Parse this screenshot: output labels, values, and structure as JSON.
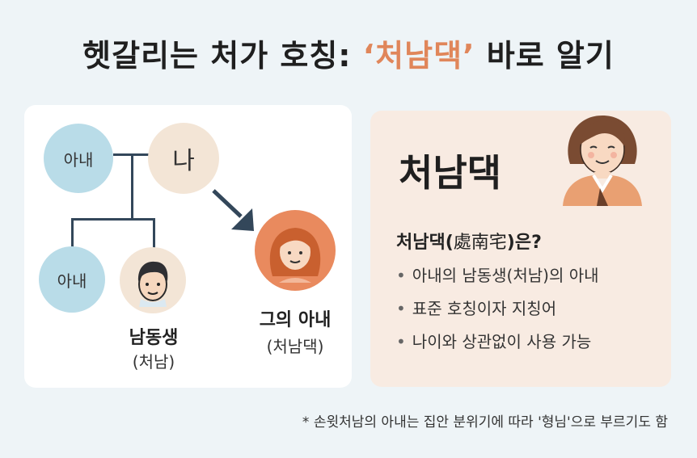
{
  "title": {
    "prefix": "헷갈리는 처가 호칭: ",
    "highlight": "‘처남댁’",
    "suffix": " 바로 알기",
    "highlight_color": "#e0865a"
  },
  "diagram": {
    "top_wife": "아내",
    "me": "나",
    "child_wife": "아내",
    "brother_in_law_name": "남동생",
    "brother_in_law_sub": "(처남)",
    "his_wife_name": "그의 아내",
    "his_wife_sub": "(처남댁)"
  },
  "info_card": {
    "term": "처남댁",
    "question_prefix": "처남댁(",
    "question_hanja": "處南宅",
    "question_suffix": ")은?",
    "bullets": [
      "아내의 남동생(처남)의 아내",
      "표준 호칭이자 지칭어",
      "나이와 상관없이 사용 가능"
    ]
  },
  "footnote": "* 손윗처남의 아내는 집안 분위기에 따라 '형님'으로 부르기도 함",
  "colors": {
    "background": "#eef4f7",
    "blue_circle": "#b9dce8",
    "beige_circle": "#f3e5d6",
    "woman_circle": "#e98a5e",
    "line": "#33475a",
    "card_bg": "#f8ebe2"
  }
}
